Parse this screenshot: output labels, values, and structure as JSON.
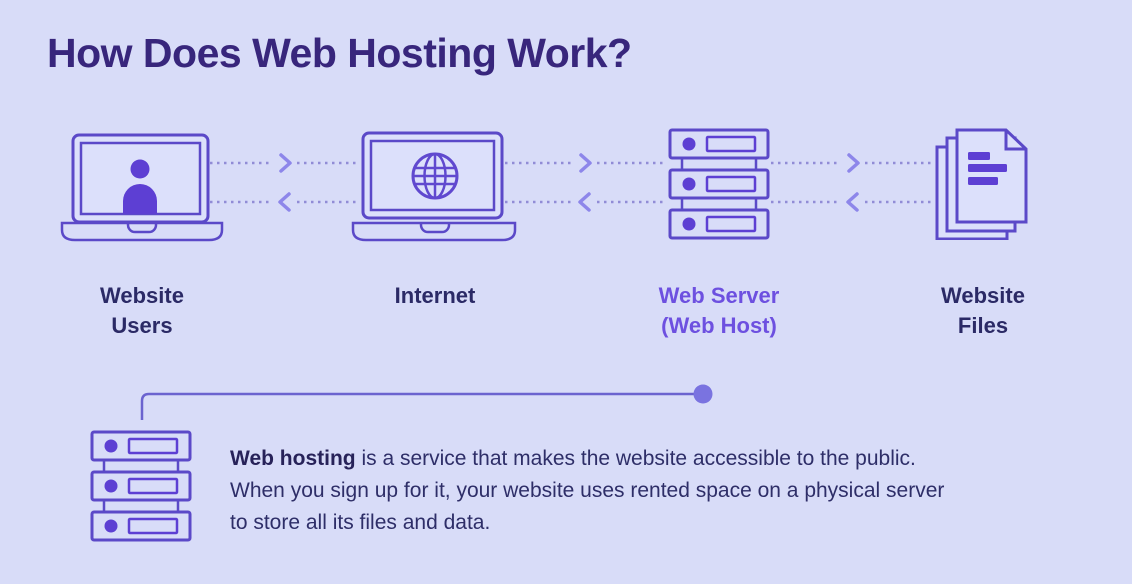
{
  "title": "How Does Web Hosting Work?",
  "flow": {
    "nodes": [
      {
        "id": "website-users",
        "icon": "laptop-user-icon",
        "label": "Website\nUsers"
      },
      {
        "id": "internet",
        "icon": "laptop-globe-icon",
        "label": "Internet"
      },
      {
        "id": "web-server",
        "icon": "server-rack-icon",
        "label": "Web Server\n(Web Host)"
      },
      {
        "id": "website-files",
        "icon": "documents-icon",
        "label": "Website\nFiles"
      }
    ],
    "arrows": {
      "style": "dashed",
      "direction": "bidirectional",
      "top_row": "left-to-right",
      "bottom_row": "right-to-left"
    }
  },
  "callout": {
    "icon": "server-rack-icon",
    "bold": "Web hosting",
    "line1_rest": " is a service that makes the website accessible to the public.",
    "line2": "When you sign up for it, your website uses rented space on a physical server",
    "line3": "to store all its files and data."
  },
  "colors": {
    "background": "#d8dcf8",
    "title": "#38267c",
    "label_dark": "#2b2a66",
    "label_accent": "#6d50e0",
    "icon_stroke": "#5b49c8",
    "icon_fill": "#5d3fd3",
    "icon_screen_fill": "#dce0fb",
    "dashed_line": "#918cd6",
    "chevron": "#8d86ea",
    "connector_line": "#6b63cf",
    "connector_dot": "#7a73e0",
    "paragraph": "#2e2e68"
  }
}
